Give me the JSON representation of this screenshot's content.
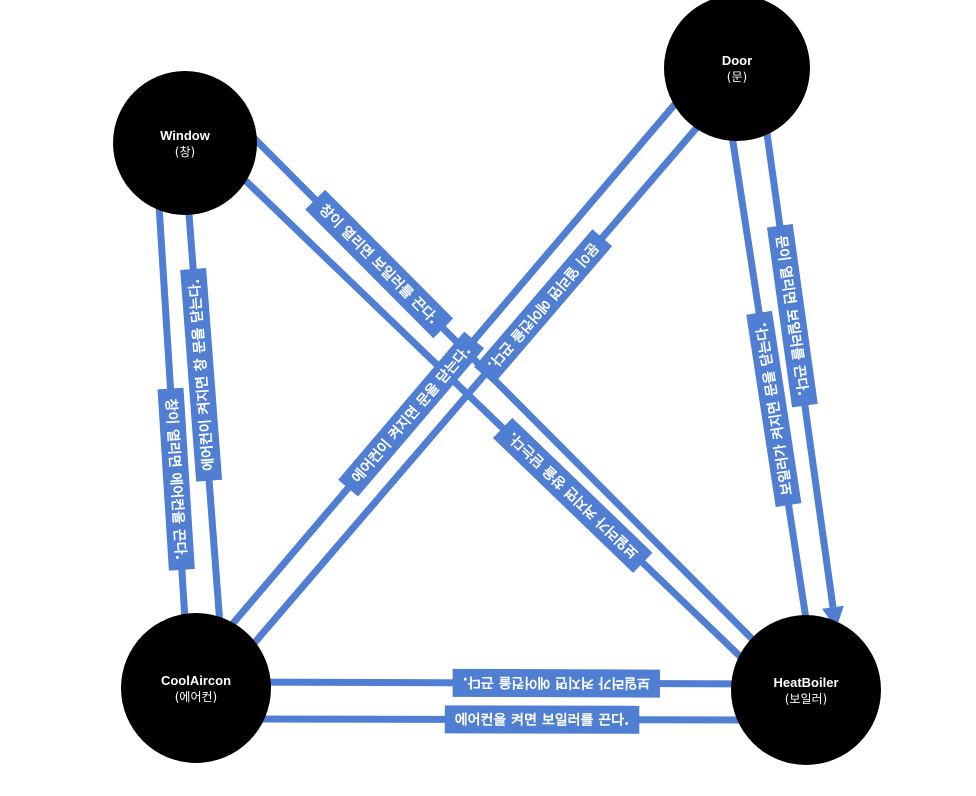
{
  "diagram": {
    "colors": {
      "node": "#000000",
      "edge": "#4f7ed3",
      "text": "#ffffff"
    },
    "nodes": [
      {
        "id": "window",
        "name": "Window",
        "sub": "(창)"
      },
      {
        "id": "door",
        "name": "Door",
        "sub": "(문)"
      },
      {
        "id": "coolaircon",
        "name": "CoolAircon",
        "sub": "(에어컨)"
      },
      {
        "id": "heatboiler",
        "name": "HeatBoiler",
        "sub": "(보일러)"
      }
    ],
    "edges": [
      {
        "id": "window-to-aircon",
        "from": "window",
        "to": "coolaircon",
        "label": "창이 열리면 에어컨을 끈다."
      },
      {
        "id": "aircon-to-window",
        "from": "coolaircon",
        "to": "window",
        "label": "에어컨이 켜지면 창 문을 닫는다."
      },
      {
        "id": "window-to-boiler",
        "from": "window",
        "to": "heatboiler",
        "label": "창이 열리면 보일러를 끈다."
      },
      {
        "id": "boiler-to-window",
        "from": "heatboiler",
        "to": "window",
        "label": "보일러가 켜지면 창을 닫는다."
      },
      {
        "id": "door-to-aircon",
        "from": "door",
        "to": "coolaircon",
        "label": "문이 열리면 에어컨을 끈다."
      },
      {
        "id": "aircon-to-door",
        "from": "coolaircon",
        "to": "door",
        "label": "에어컨이 켜지면 문을 닫는다."
      },
      {
        "id": "door-to-boiler",
        "from": "door",
        "to": "heatboiler",
        "label": "문이 열리면 보일러를 끈다."
      },
      {
        "id": "boiler-to-door",
        "from": "heatboiler",
        "to": "door",
        "label": "보일러가 켜지면 문을 닫는다."
      },
      {
        "id": "boiler-to-aircon",
        "from": "heatboiler",
        "to": "coolaircon",
        "label": "보일러가 켜지면 에어컨을 끈다."
      },
      {
        "id": "aircon-to-boiler",
        "from": "coolaircon",
        "to": "heatboiler",
        "label": "에어컨을 켜면 보일러를 끈다."
      }
    ]
  }
}
